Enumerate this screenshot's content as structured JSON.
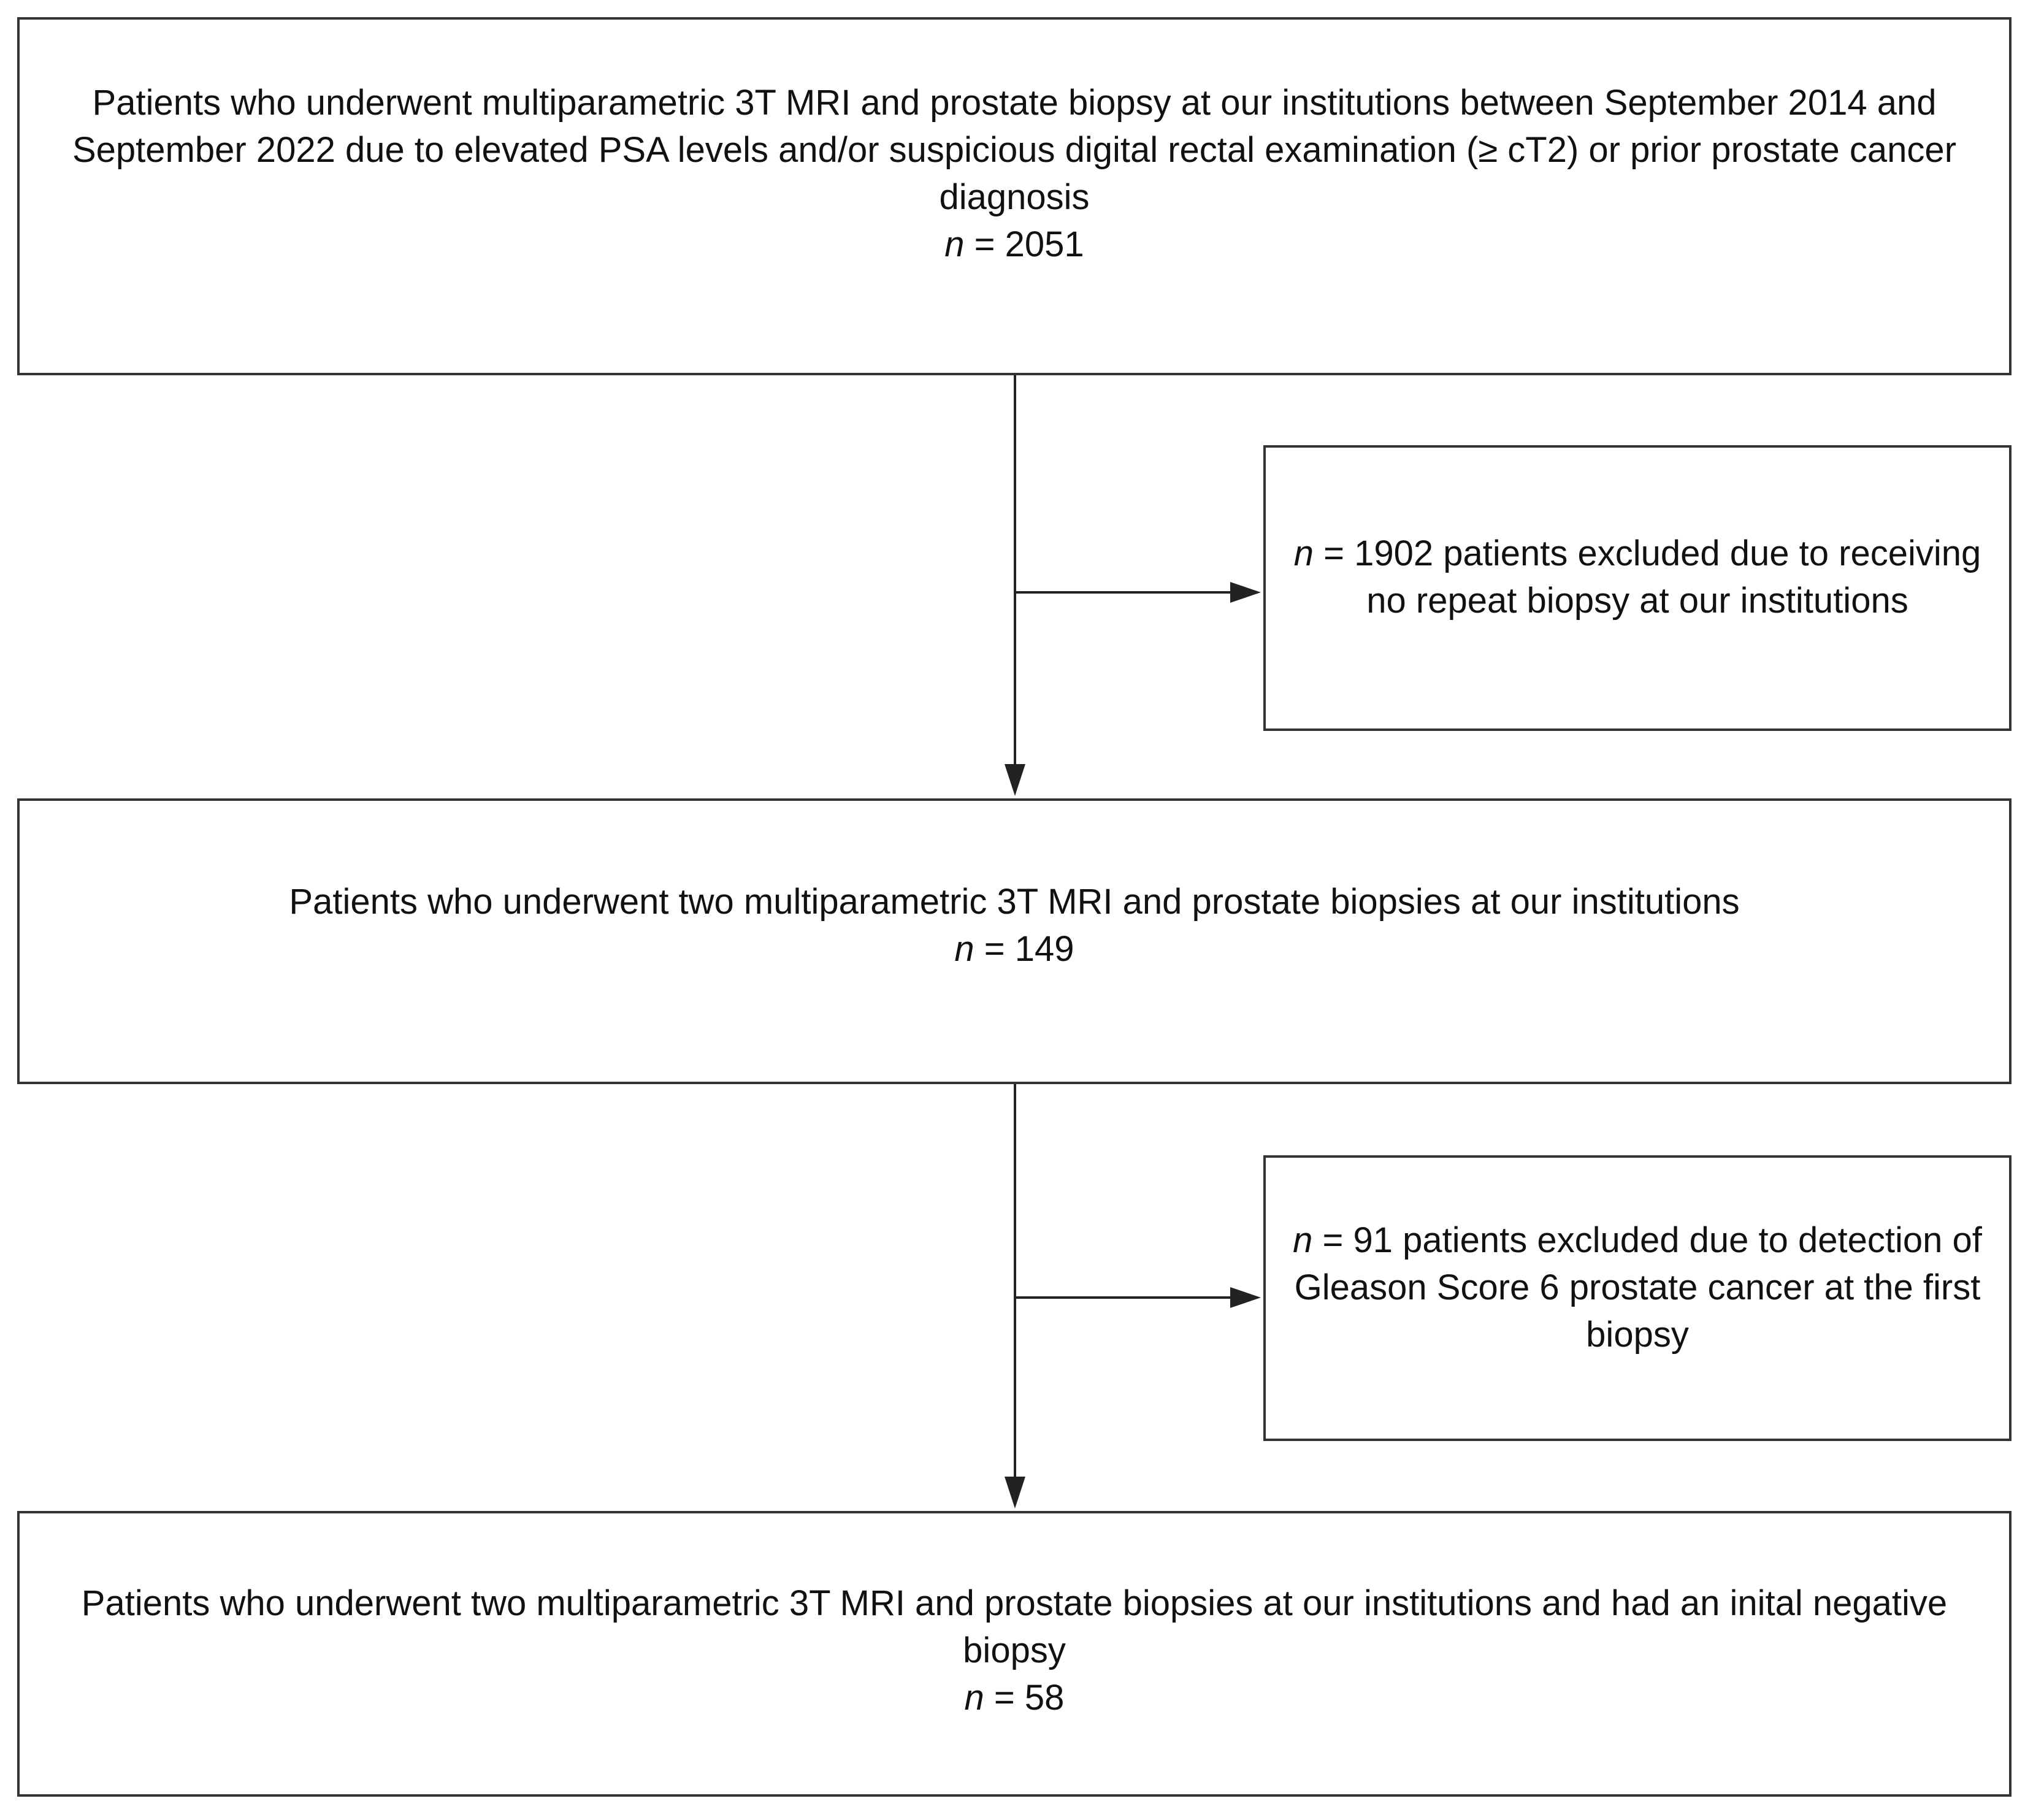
{
  "boxes": {
    "initial": {
      "text": "Patients who underwent multiparametric 3T MRI and prostate biopsy at our institutions between September 2014 and September 2022 due to elevated PSA levels and/or suspicious digital rectal examination (≥ cT2) or prior prostate cancer diagnosis",
      "n_symbol": "n",
      "n_value": " = 2051"
    },
    "exclusion_1": {
      "n_symbol": "n",
      "text": " = 1902 patients excluded due to receiving no repeat biopsy at our institutions"
    },
    "second": {
      "text": "Patients who underwent two multiparametric 3T MRI and prostate biopsies at our institutions",
      "n_symbol": "n",
      "n_value": " = 149"
    },
    "exclusion_2": {
      "n_symbol": "n",
      "text": " = 91 patients excluded due to detection of Gleason Score 6 prostate cancer at the first biopsy"
    },
    "final": {
      "text": "Patients who underwent two multiparametric 3T MRI and prostate biopsies at our institutions and had an inital negative biopsy",
      "n_symbol": "n",
      "n_value": " = 58"
    }
  },
  "colors": {
    "border": "#333333",
    "line": "#222222",
    "text": "#111111",
    "background": "#ffffff"
  }
}
